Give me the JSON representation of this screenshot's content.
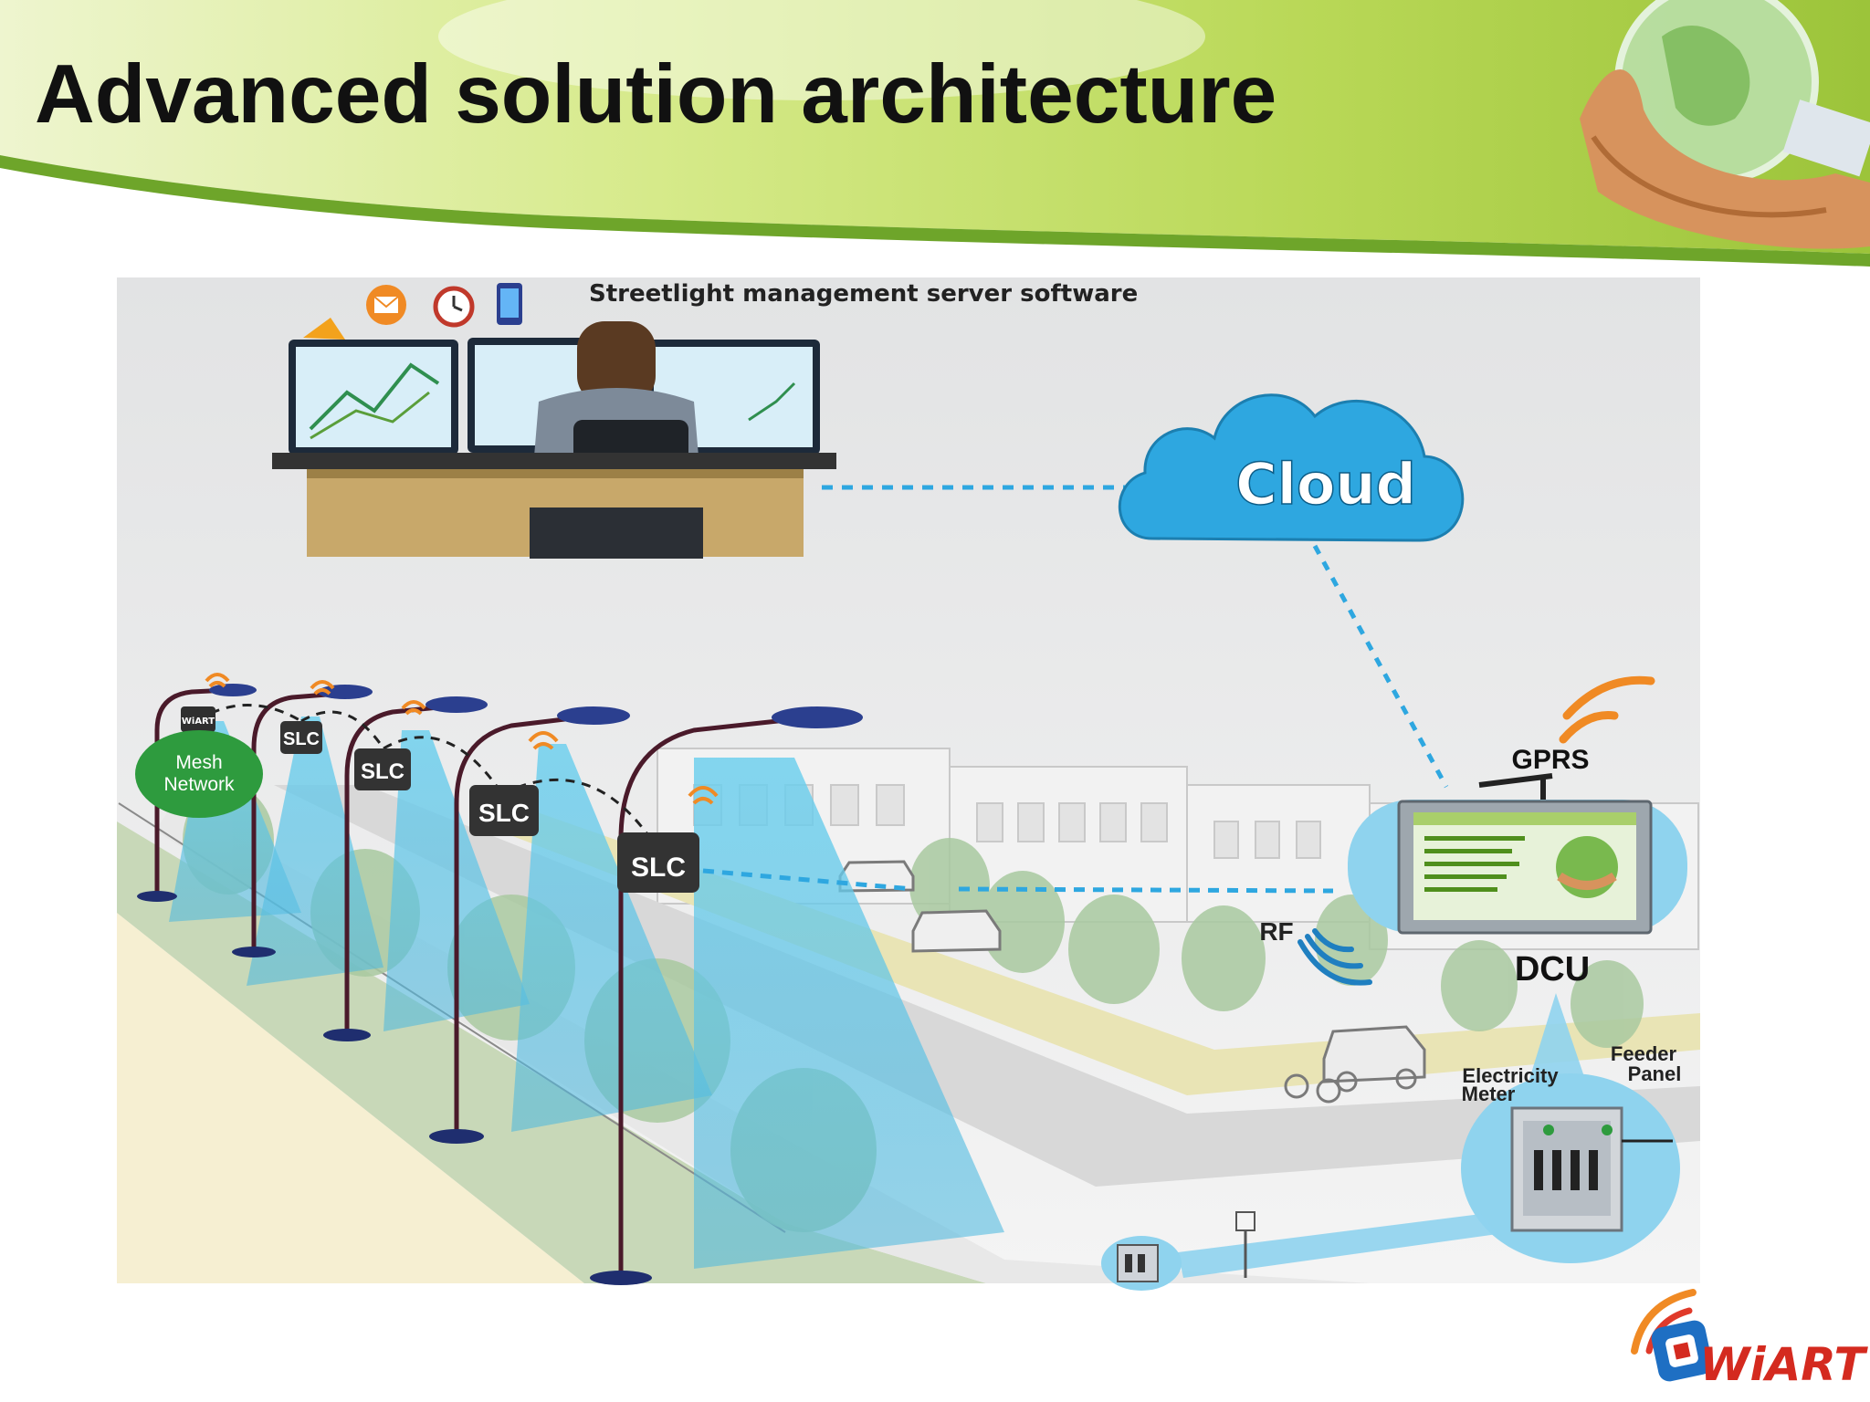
{
  "slide": {
    "title": "Advanced solution architecture",
    "logo_text": "WiART"
  },
  "diagram": {
    "server_label": "Streetlight management server software",
    "cloud_label": "Cloud",
    "gprs_label": "GPRS",
    "dcu_label": "DCU",
    "rf_label": "RF",
    "mesh_label_line1": "Mesh",
    "mesh_label_line2": "Network",
    "slc_labels": [
      "SLC",
      "SLC",
      "SLC",
      "SLC"
    ],
    "electricity_meter_line1": "Electricity",
    "electricity_meter_line2": "Meter",
    "feeder_panel_line1": "Feeder",
    "feeder_panel_line2": "Panel",
    "pole_badge": "WiART"
  },
  "colors": {
    "header_green": "#b8d858",
    "header_dark_green": "#4f8f1c",
    "cloud_blue": "#2ea7e0",
    "beam_blue": "#5cc4e6",
    "mesh_green": "#2e9b3e",
    "dcu_bubble": "#8fd3ee",
    "gprs_orange": "#f08a24",
    "logo_red": "#d42a1f"
  }
}
